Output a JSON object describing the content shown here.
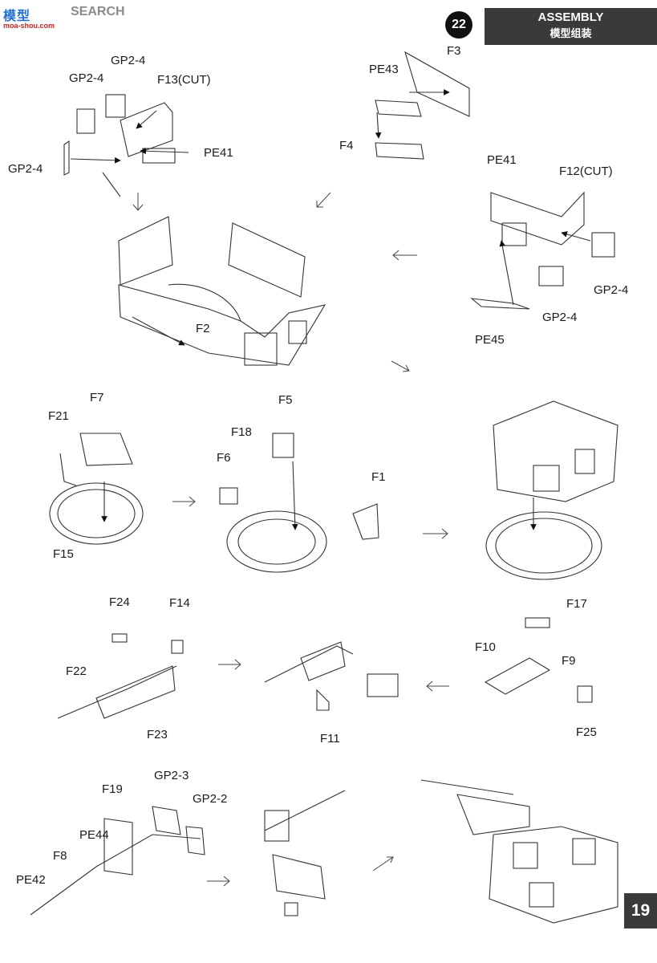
{
  "watermark": {
    "logo": "模型",
    "site": "SEARCH",
    "url": "moa-shou.com"
  },
  "header": {
    "step_number": "22",
    "title_en": "ASSEMBLY",
    "title_zh": "模型组装"
  },
  "page_number": "19",
  "parts": {
    "gp2_4_a": "GP2-4",
    "gp2_4_b": "GP2-4",
    "f13_cut": "F13(CUT)",
    "gp2_4_c": "GP2-4",
    "pe41_a": "PE41",
    "f3": "F3",
    "pe43": "PE43",
    "f4": "F4",
    "pe41_b": "PE41",
    "f12_cut": "F12(CUT)",
    "gp2_4_d": "GP2-4",
    "gp2_4_e": "GP2-4",
    "pe45": "PE45",
    "f2": "F2",
    "f7": "F7",
    "f21": "F21",
    "f15": "F15",
    "f5": "F5",
    "f18": "F18",
    "f6": "F6",
    "f1": "F1",
    "f24": "F24",
    "f14": "F14",
    "f22": "F22",
    "f23": "F23",
    "f11": "F11",
    "f17": "F17",
    "f10": "F10",
    "f9": "F9",
    "f25": "F25",
    "gp2_3": "GP2-3",
    "f19": "F19",
    "gp2_2": "GP2-2",
    "pe44": "PE44",
    "f8": "F8",
    "pe42": "PE42"
  }
}
